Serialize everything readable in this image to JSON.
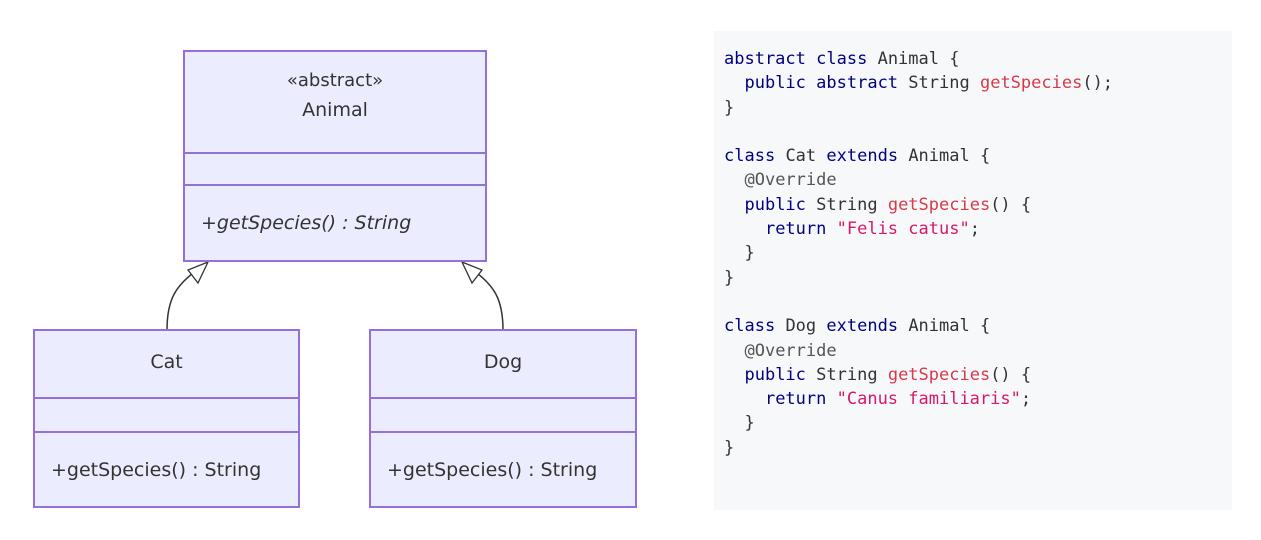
{
  "diagram": {
    "classes": [
      {
        "name": "Animal",
        "stereotype": "«abstract»",
        "attributes": [],
        "methods": [
          {
            "text": "+getSpecies() : String",
            "abstract": true
          }
        ]
      },
      {
        "name": "Cat",
        "attributes": [],
        "methods": [
          {
            "text": "+getSpecies() : String",
            "abstract": false
          }
        ]
      },
      {
        "name": "Dog",
        "attributes": [],
        "methods": [
          {
            "text": "+getSpecies() : String",
            "abstract": false
          }
        ]
      }
    ],
    "relations": [
      {
        "from": "Cat",
        "to": "Animal",
        "type": "inheritance"
      },
      {
        "from": "Dog",
        "to": "Animal",
        "type": "inheritance"
      }
    ],
    "colors": {
      "fill": "#ECECFF",
      "stroke": "#9370DB",
      "edge": "#333333"
    }
  },
  "code": {
    "language": "java",
    "lines": [
      "abstract class Animal {",
      "  public abstract String getSpecies();",
      "}",
      "",
      "class Cat extends Animal {",
      "  @Override",
      "  public String getSpecies() {",
      "    return \"Felis catus\";",
      "  }",
      "}",
      "",
      "class Dog extends Animal {",
      "  @Override",
      "  public String getSpecies() {",
      "    return \"Canus familiaris\";",
      "  }",
      "}"
    ],
    "tokens": {
      "abstract": "abstract",
      "class": "class",
      "public": "public",
      "extends": "extends",
      "return": "return",
      "animal": "Animal",
      "cat": "Cat",
      "dog": "Dog",
      "string": "String",
      "method": "getSpecies",
      "override": "@Override",
      "cat_species": "\"Felis catus\"",
      "dog_species": "\"Canus familiaris\""
    },
    "colors": {
      "keyword": "#000080",
      "function": "#D73A49",
      "string": "#D6186B",
      "background": "#F6F8FA"
    }
  }
}
